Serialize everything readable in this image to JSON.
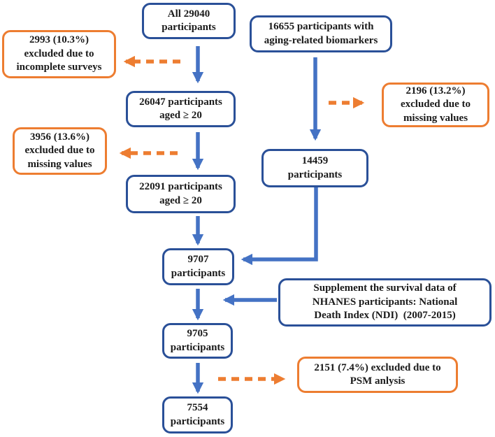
{
  "figure": {
    "type": "flowchart",
    "description": "Participant selection flow diagram for NHANES study"
  },
  "colors": {
    "background": "#ffffff",
    "box_border_blue": "#2a5098",
    "arrow_blue": "#4472c4",
    "orange": "#ed7d31",
    "text": "#1a1a1a"
  },
  "boxes": {
    "all_participants": {
      "lines": [
        "All 29040",
        "participants"
      ]
    },
    "biomarkers": {
      "lines": [
        "16655 participants with",
        "aging-related biomarkers"
      ]
    },
    "excluded_incomplete_surveys": {
      "lines": [
        "2993 (10.3%)",
        "excluded due to",
        "incomplete surveys"
      ]
    },
    "aged_26047": {
      "lines": [
        "26047 participants",
        "aged ≥ 20"
      ]
    },
    "excluded_missing_right": {
      "lines": [
        "2196 (13.2%)",
        "excluded due to",
        "missing values"
      ]
    },
    "excluded_missing_left": {
      "lines": [
        "3956 (13.6%)",
        "excluded due to",
        "missing values"
      ]
    },
    "participants_14459": {
      "lines": [
        "14459",
        "participants"
      ]
    },
    "aged_22091": {
      "lines": [
        "22091 participants",
        "aged ≥ 20"
      ]
    },
    "participants_9707": {
      "lines": [
        "9707",
        "participants"
      ]
    },
    "supplement_ndi": {
      "lines": [
        "Supplement the survival data of",
        "NHANES participants: National",
        "Death Index (NDI)  (2007-2015)"
      ]
    },
    "participants_9705": {
      "lines": [
        "9705",
        "participants"
      ]
    },
    "excluded_psm": {
      "lines": [
        "2151 (7.4%) excluded due to",
        "PSM anlysis"
      ]
    },
    "participants_7554": {
      "lines": [
        "7554",
        "participants"
      ]
    }
  }
}
